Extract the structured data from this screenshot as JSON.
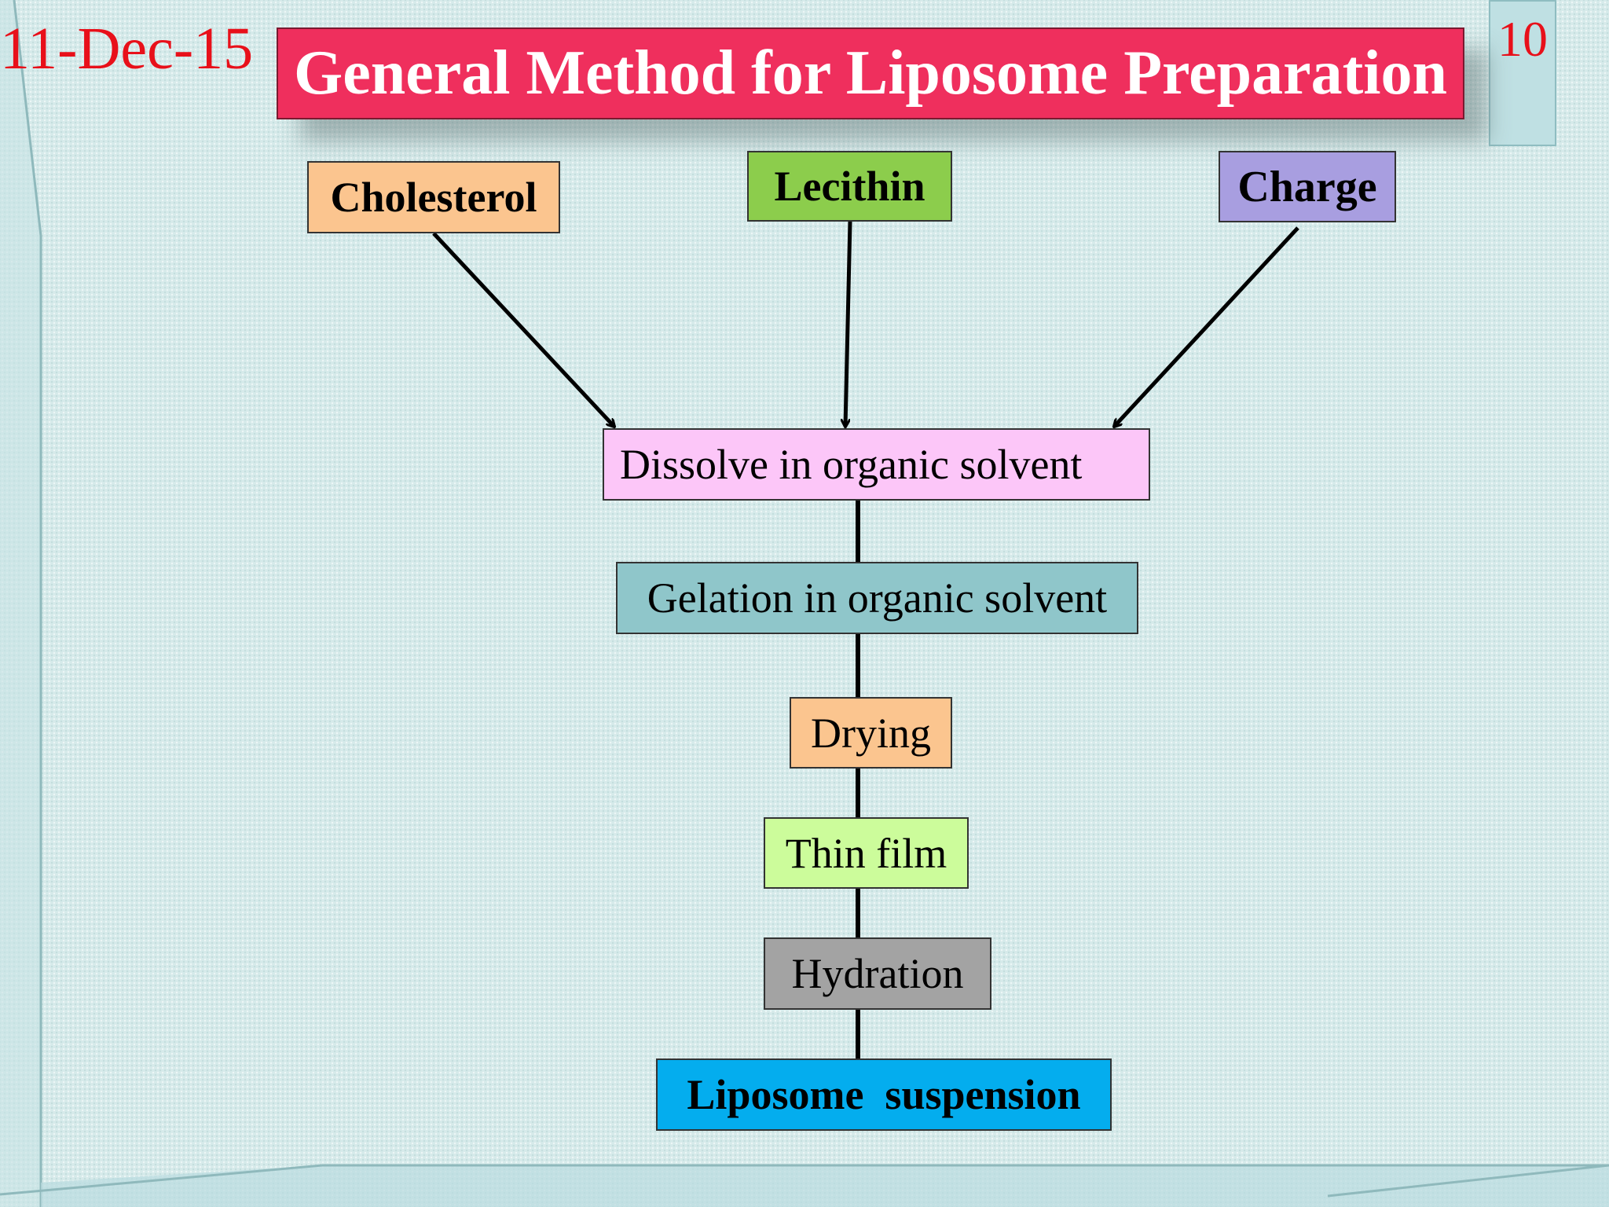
{
  "slide": {
    "date": "11-Dec-15",
    "page_number": "10",
    "title": "General Method for Liposome Preparation"
  },
  "diagram": {
    "inputs": [
      {
        "label": "Cholesterol",
        "color": "#fbc58f"
      },
      {
        "label": "Lecithin",
        "color": "#8ccd4c"
      },
      {
        "label": "Charge",
        "color": "#a89ee0"
      }
    ],
    "steps": [
      {
        "label": "Dissolve in organic solvent",
        "color": "#fcc6f8"
      },
      {
        "label": "Gelation in organic solvent",
        "color": "#8fc6ca"
      },
      {
        "label": "Drying",
        "color": "#fbc58f"
      },
      {
        "label": "Thin film",
        "color": "#ccfc9b"
      },
      {
        "label": "Hydration",
        "color": "#a3a3a3"
      },
      {
        "label": "Liposome  suspension",
        "color": "#04adee"
      }
    ]
  },
  "colors": {
    "title_bg": "#ef2f5d",
    "date_text": "#e8101a",
    "background": "#d6eaea"
  }
}
